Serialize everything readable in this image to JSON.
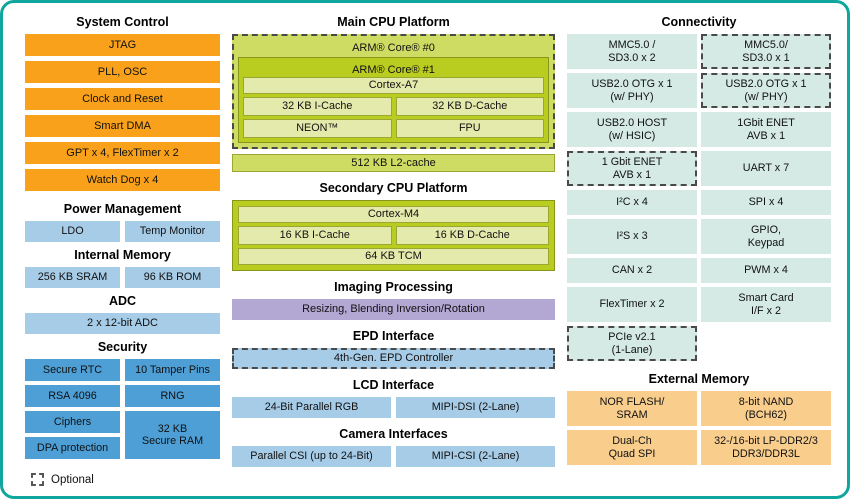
{
  "diagram": {
    "legend_optional": "Optional"
  },
  "colors": {
    "orange": "#F9A11B",
    "light_blue": "#A7CCE8",
    "security_blue": "#4D9FD6",
    "lime_container": "#B9CC20",
    "lime_pale": "#CFDC64",
    "lime_inner": "#E4EAAC",
    "lavender": "#B3A8D4",
    "connectivity_teal": "#D5EAE5",
    "memory_tan": "#F9CE8D",
    "frame_teal": "#0FA79D"
  },
  "system_control": {
    "title": "System Control",
    "items": [
      "JTAG",
      "PLL, OSC",
      "Clock and Reset",
      "Smart DMA",
      "GPT x 4, FlexTimer x 2",
      "Watch Dog x 4"
    ]
  },
  "power_management": {
    "title": "Power Management",
    "items": [
      "LDO",
      "Temp Monitor"
    ]
  },
  "internal_memory": {
    "title": "Internal Memory",
    "items": [
      "256 KB SRAM",
      "96 KB ROM"
    ]
  },
  "adc": {
    "title": "ADC",
    "items": [
      "2 x 12-bit ADC"
    ]
  },
  "security": {
    "title": "Security",
    "left": [
      "Secure RTC",
      "RSA 4096",
      "Ciphers",
      "DPA protection"
    ],
    "right": [
      "10 Tamper Pins",
      "RNG",
      "32 KB\nSecure RAM"
    ]
  },
  "main_cpu": {
    "title": "Main CPU Platform",
    "core0_label": "ARM® Core® #0",
    "core1_label": "ARM® Core® #1",
    "core_type": "Cortex-A7",
    "icache": "32 KB I-Cache",
    "dcache": "32 KB D-Cache",
    "simd": "NEON™",
    "fpu": "FPU",
    "l2_cache": "512 KB L2-cache",
    "core0_optional": true
  },
  "secondary_cpu": {
    "title": "Secondary CPU Platform",
    "core_type": "Cortex-M4",
    "icache": "16 KB I-Cache",
    "dcache": "16 KB D-Cache",
    "tcm": "64 KB TCM"
  },
  "imaging": {
    "title": "Imaging Processing",
    "block": "Resizing, Blending Inversion/Rotation"
  },
  "epd": {
    "title": "EPD Interface",
    "block": "4th-Gen. EPD Controller",
    "optional": true
  },
  "lcd": {
    "title": "LCD Interface",
    "items": [
      "24-Bit Parallel RGB",
      "MIPI-DSI (2-Lane)"
    ]
  },
  "camera": {
    "title": "Camera Interfaces",
    "items": [
      "Parallel CSI (up to 24-Bit)",
      "MIPI-CSI (2-Lane)"
    ]
  },
  "connectivity": {
    "title": "Connectivity",
    "cells": [
      {
        "label": "MMC5.0 /\nSD3.0 x 2",
        "optional": false
      },
      {
        "label": "MMC5.0/\nSD3.0 x 1",
        "optional": true
      },
      {
        "label": "USB2.0 OTG x 1\n(w/ PHY)",
        "optional": false
      },
      {
        "label": "USB2.0 OTG x 1\n(w/ PHY)",
        "optional": true
      },
      {
        "label": "USB2.0 HOST\n(w/ HSIC)",
        "optional": false
      },
      {
        "label": "1Gbit ENET\nAVB x 1",
        "optional": false
      },
      {
        "label": "1 Gbit ENET\nAVB x 1",
        "optional": true
      },
      {
        "label": "UART x 7",
        "optional": false
      },
      {
        "label": "I²C x 4",
        "optional": false
      },
      {
        "label": "SPI x 4",
        "optional": false
      },
      {
        "label": "I²S x 3",
        "optional": false
      },
      {
        "label": "GPIO,\nKeypad",
        "optional": false
      },
      {
        "label": "CAN x 2",
        "optional": false
      },
      {
        "label": "PWM x 4",
        "optional": false
      },
      {
        "label": "FlexTimer x 2",
        "optional": false
      },
      {
        "label": "Smart Card\nI/F x 2",
        "optional": false
      },
      {
        "label": "PCIe v2.1\n(1-Lane)",
        "optional": true
      }
    ]
  },
  "external_memory": {
    "title": "External Memory",
    "cells": [
      "NOR FLASH/\nSRAM",
      "8-bit NAND\n(BCH62)",
      "Dual-Ch\nQuad SPI",
      "32-/16-bit LP-DDR2/3\nDDR3/DDR3L"
    ]
  }
}
